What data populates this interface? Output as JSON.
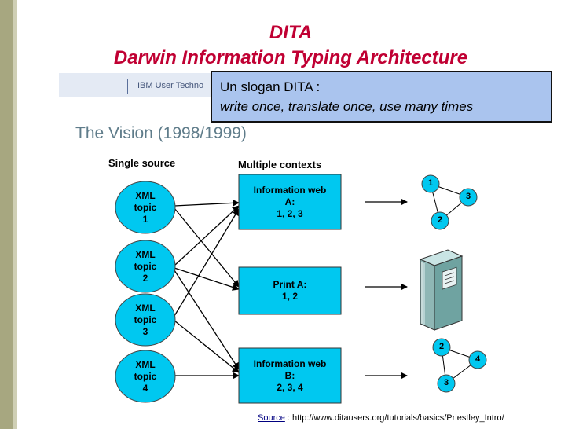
{
  "title": {
    "line1": "DITA",
    "line2": "Darwin Information Typing Architecture"
  },
  "slogan": {
    "line1": "Un slogan DITA :",
    "line2": "write once, translate once, use many times"
  },
  "slide": {
    "header_text": "IBM User Techno",
    "vision_title": "The Vision (1998/1999)",
    "single_source_label": "Single source",
    "multiple_contexts_label": "Multiple contexts",
    "topics": [
      {
        "l1": "XML",
        "l2": "topic",
        "l3": "1"
      },
      {
        "l1": "XML",
        "l2": "topic",
        "l3": "2"
      },
      {
        "l1": "XML",
        "l2": "topic",
        "l3": "3"
      },
      {
        "l1": "XML",
        "l2": "topic",
        "l3": "4"
      }
    ],
    "contexts": [
      {
        "l1": "Information web",
        "l2": "A:",
        "l3": "1, 2, 3"
      },
      {
        "l1": "Print A:",
        "l2": "1, 2",
        "l3": ""
      },
      {
        "l1": "Information web",
        "l2": "B:",
        "l3": "2, 3, 4"
      }
    ],
    "web_a_nodes": [
      "1",
      "3",
      "2"
    ],
    "web_b_nodes": [
      "2",
      "4",
      "3"
    ]
  },
  "source": {
    "label": "Source",
    "url": " : http://www.ditausers.org/tutorials/basics/Priestley_Intro/"
  },
  "colors": {
    "title": "#c00033",
    "slogan_bg": "#aac4ee",
    "ellipse_fill": "#00c8f0",
    "box_fill": "#00c8f0",
    "left_bar": "#a7a780"
  },
  "icons": {
    "book": "book-icon"
  }
}
